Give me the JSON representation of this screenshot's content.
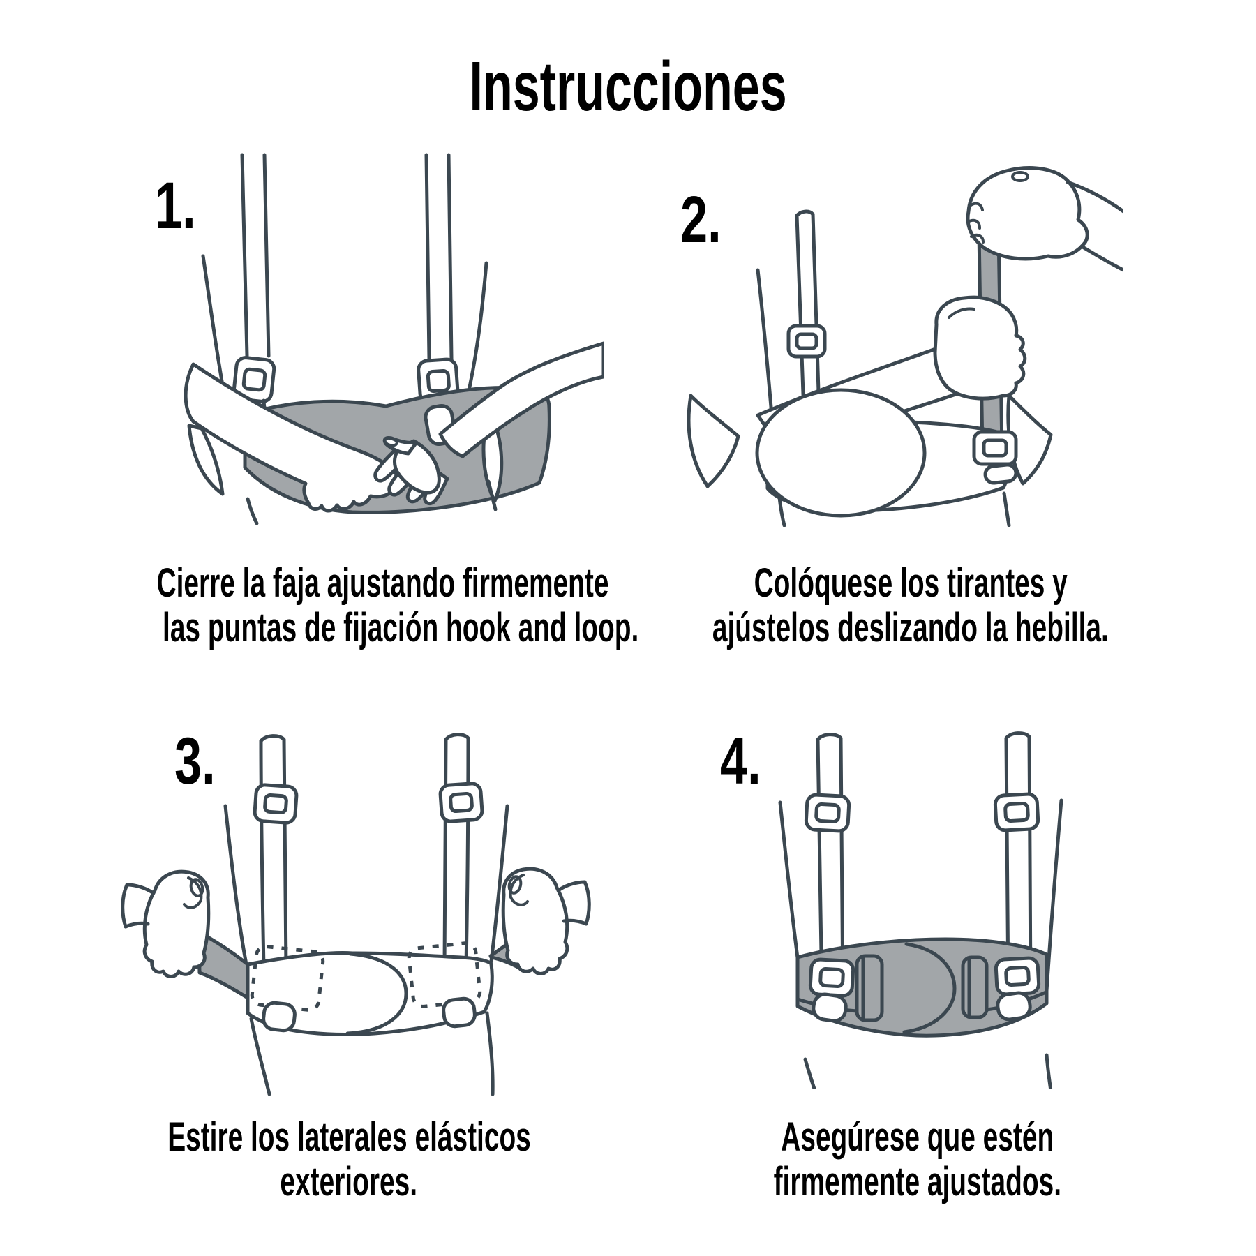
{
  "title": "Instrucciones",
  "colors": {
    "line": "#3b4750",
    "gray": "#a2a6a9",
    "ink": "#000000",
    "background": "#ffffff"
  },
  "steps": [
    {
      "number": "1.",
      "caption_line1": "Cierre la faja ajustando firmemente",
      "caption_line2": "las puntas de fijación hook and loop.",
      "illustration": "closing-belt-with-both-hands"
    },
    {
      "number": "2.",
      "caption_line1": "Colóquese los tirantes y",
      "caption_line2": "ajústelos deslizando la hebilla.",
      "illustration": "putting-on-suspenders-sliding-buckle"
    },
    {
      "number": "3.",
      "caption_line1": "Estire los laterales elásticos",
      "caption_line2": "exteriores.",
      "illustration": "stretching-outer-elastic-sides"
    },
    {
      "number": "4.",
      "caption_line1": "Asegúrese que estén",
      "caption_line2": "firmemente ajustados.",
      "illustration": "belt-firmly-adjusted"
    }
  ]
}
